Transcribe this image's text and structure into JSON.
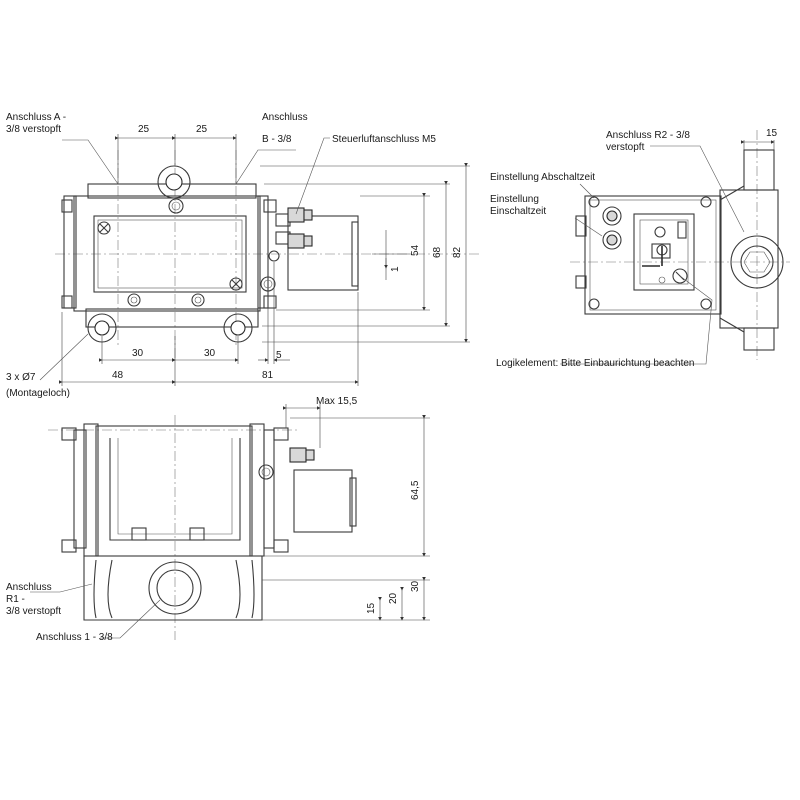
{
  "labels": {
    "anschluss_a": [
      "Anschluss A -",
      "3/8 verstopft"
    ],
    "anschluss_b": [
      "Anschluss",
      "B - 3/8"
    ],
    "steuerluft": "Steuerluftanschluss M5",
    "anschluss_r2": [
      "Anschluss R2 - 3/8",
      "verstopft"
    ],
    "einstellung_abschalt": "Einstellung Abschaltzeit",
    "einstellung_einschalt": [
      "Einstellung",
      "Einschaltzeit"
    ],
    "logik": "Logikelement: Bitte Einbaurichtung beachten",
    "montageloch": [
      "3 x Ø7",
      "(Montageloch)"
    ],
    "anschluss_r1": [
      "Anschluss",
      "R1 -",
      "3/8 verstopft"
    ],
    "anschluss_1": "Anschluss 1 - 3/8",
    "max": "Max 15,5"
  },
  "dimensions": {
    "top_25_left": "25",
    "top_25_right": "25",
    "right_15": "15",
    "d54": "54",
    "d68": "68",
    "d82": "82",
    "d1": "1",
    "d30_left": "30",
    "d30_right": "30",
    "d5": "5",
    "d48": "48",
    "d81": "81",
    "d64_5": "64,5",
    "d30_side": "30",
    "d20": "20",
    "d15": "15"
  }
}
